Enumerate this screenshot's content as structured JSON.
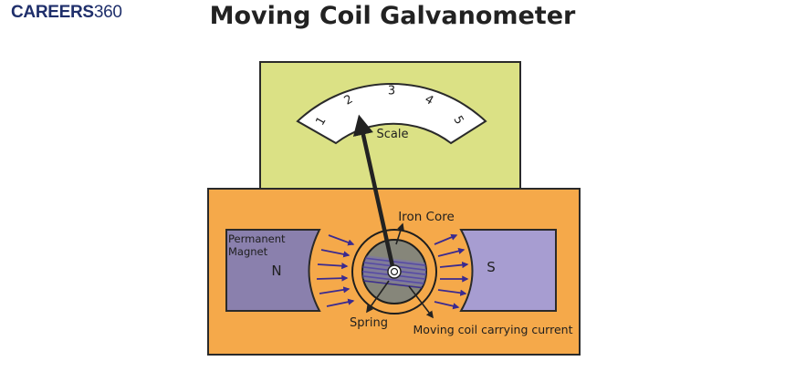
{
  "logo": {
    "brand": "CAREERS",
    "number": "360"
  },
  "title": "Moving Coil Galvanometer",
  "scale": {
    "ticks": [
      "1",
      "2",
      "3",
      "4",
      "5"
    ],
    "label": "Scale"
  },
  "labels": {
    "iron_core": "Iron Core",
    "permanent_magnet": "Permanent Magnet",
    "north": "N",
    "south": "S",
    "spring": "Spring",
    "moving_coil": "Moving coil carrying current"
  },
  "colors": {
    "scale_panel": "#dbe185",
    "body": "#f5a94a",
    "magnet_n": "#8a80ad",
    "magnet_s": "#a79dd1",
    "core": "#86867a",
    "coil": "#3d2f8f",
    "field_arrow": "#3a2a90",
    "pointer": "#222222"
  }
}
